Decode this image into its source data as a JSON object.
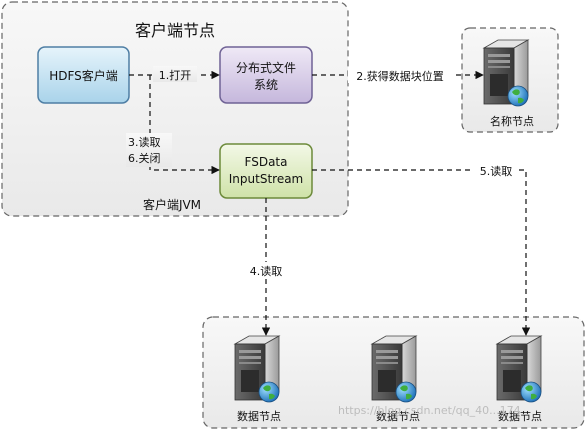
{
  "client_group": {
    "title": "客户端节点",
    "jvm_label": "客户端JVM"
  },
  "nodes": {
    "hdfs_client": "HDFS客户端",
    "dfs_line1": "分布式文件",
    "dfs_line2": "系统",
    "fsdata_line1": "FSData",
    "fsdata_line2": "InputStream",
    "namenode_label": "名称节点",
    "datanodes": [
      "数据节点",
      "数据节点",
      "数据节点"
    ]
  },
  "steps": {
    "open": "1.打开",
    "get_block_locations": "2.获得数据块位置",
    "read3": "3.读取",
    "close6": "6.关闭",
    "read4": "4.读取",
    "read5": "5.读取"
  },
  "watermark": "https://blog.csdn.net/qq_40...174"
}
